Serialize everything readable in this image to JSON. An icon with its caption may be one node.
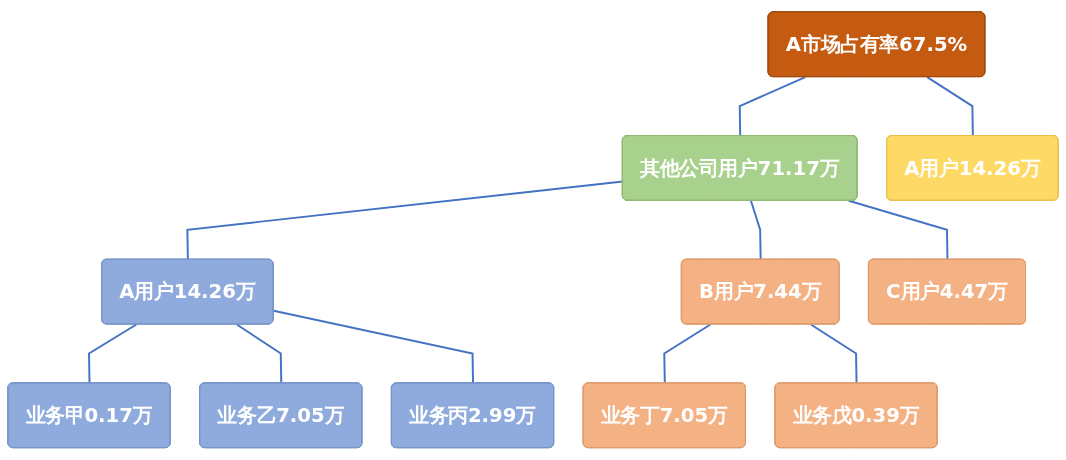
{
  "diagram": {
    "nodes": [
      {
        "text": [
          "A市场占有率67.5%"
        ]
      },
      {
        "text": [
          "A用户14.26万"
        ]
      },
      {
        "text": [
          "其他公司用户71.17万"
        ]
      },
      {
        "text": [
          "A用户14.26万"
        ]
      },
      {
        "text": [
          "B用户7.44万"
        ]
      },
      {
        "text": [
          "C用户4.47万"
        ]
      },
      {
        "text": [
          "业务甲0.17万"
        ]
      },
      {
        "text": [
          "业务乙7.05万"
        ]
      },
      {
        "text": [
          "业务丙2.99万"
        ]
      },
      {
        "text": [
          "业务丁7.05万"
        ]
      },
      {
        "text": [
          "业务戊0.39万"
        ]
      }
    ],
    "edges": [
      {
        "from": 0,
        "to": 1,
        "arrow": "none"
      },
      {
        "from": 0,
        "to": 2,
        "arrow": "none"
      },
      {
        "from": 2,
        "to": 3,
        "arrow": "none"
      },
      {
        "from": 2,
        "to": 4,
        "arrow": "none"
      },
      {
        "from": 2,
        "to": 5,
        "arrow": "none"
      },
      {
        "from": 3,
        "to": 6,
        "arrow": "none"
      },
      {
        "from": 3,
        "to": 7,
        "arrow": "none"
      },
      {
        "from": 3,
        "to": 8,
        "arrow": "none"
      },
      {
        "from": 4,
        "to": 9,
        "arrow": "none"
      },
      {
        "from": 4,
        "to": 10,
        "arrow": "none"
      }
    ]
  }
}
